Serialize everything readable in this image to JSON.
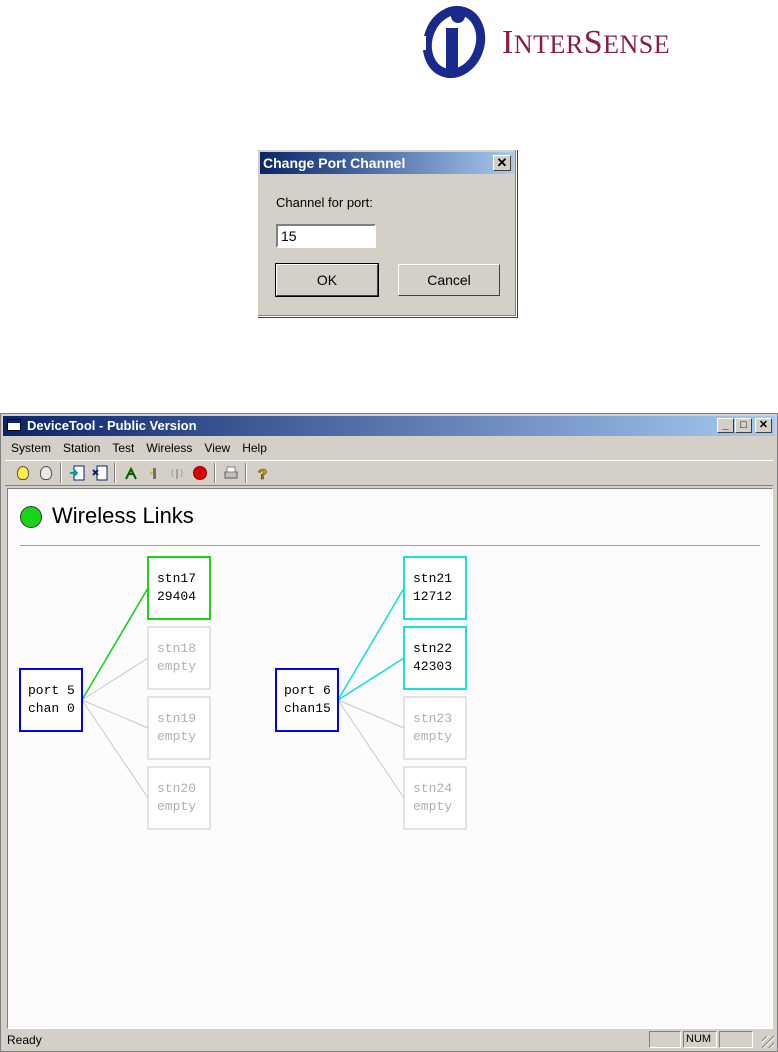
{
  "logo": {
    "text_large_1": "I",
    "text_small_1": "NTER",
    "text_large_2": "S",
    "text_small_2": "ENSE",
    "colors": {
      "blue": "#1a2a8c",
      "maroon": "#8a1c3c"
    }
  },
  "dialog": {
    "title": "Change Port Channel",
    "close_label": "✕",
    "label": "Channel for port:",
    "input_value": "15",
    "ok_label": "OK",
    "cancel_label": "Cancel"
  },
  "window": {
    "title": "DeviceTool - Public Version",
    "minimize": "_",
    "maximize": "□",
    "close": "✕",
    "menus": [
      "System",
      "Station",
      "Test",
      "Wireless",
      "View",
      "Help"
    ],
    "toolbar_icons": [
      "bulb-on-icon",
      "bulb-off-icon",
      "connect-icon",
      "disconnect-icon",
      "tracker-icon",
      "signal-icon",
      "wireless-icon",
      "record-icon",
      "print-icon",
      "help-icon"
    ],
    "header": {
      "title": "Wireless Links",
      "status_color": "#19d419"
    },
    "status": {
      "ready": "Ready",
      "num": "NUM"
    },
    "ports": [
      {
        "line1": "port 5",
        "line2": "chan 0",
        "color": "#0000ff",
        "stations": [
          {
            "line1": "stn17",
            "line2": "29404",
            "state": "active",
            "color": "#19d419"
          },
          {
            "line1": "stn18",
            "line2": "empty",
            "state": "empty",
            "color": "#c8c8c8"
          },
          {
            "line1": "stn19",
            "line2": "empty",
            "state": "empty",
            "color": "#c8c8c8"
          },
          {
            "line1": "stn20",
            "line2": "empty",
            "state": "empty",
            "color": "#c8c8c8"
          }
        ]
      },
      {
        "line1": "port 6",
        "line2": "chan15",
        "color": "#0000ff",
        "stations": [
          {
            "line1": "stn21",
            "line2": "12712",
            "state": "active",
            "color": "#19e0e0"
          },
          {
            "line1": "stn22",
            "line2": "42303",
            "state": "active",
            "color": "#19e0e0"
          },
          {
            "line1": "stn23",
            "line2": "empty",
            "state": "empty",
            "color": "#c8c8c8"
          },
          {
            "line1": "stn24",
            "line2": "empty",
            "state": "empty",
            "color": "#c8c8c8"
          }
        ]
      }
    ]
  }
}
